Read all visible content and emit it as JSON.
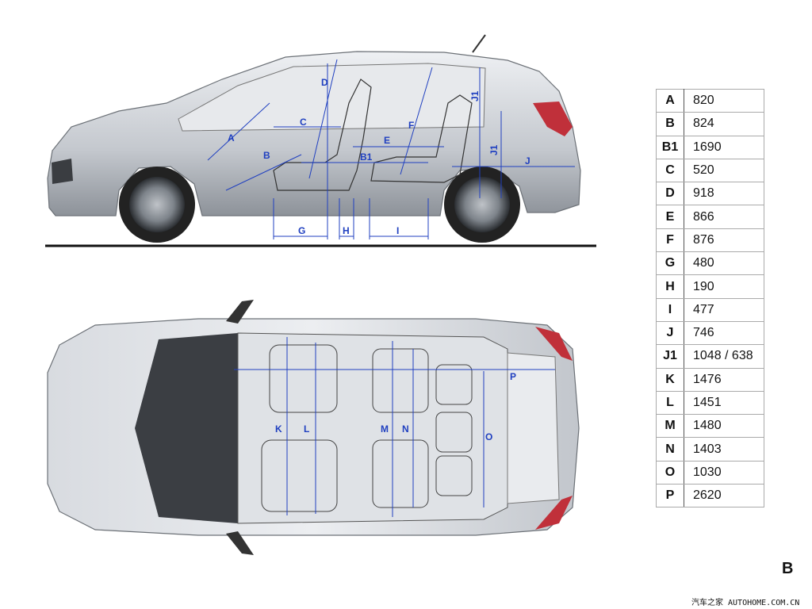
{
  "side_view_labels": {
    "A": "A",
    "B": "B",
    "B1": "B1",
    "C": "C",
    "D": "D",
    "E": "E",
    "F": "F",
    "G": "G",
    "H": "H",
    "I": "I",
    "J": "J",
    "J1": "J1"
  },
  "top_view_labels": {
    "K": "K",
    "L": "L",
    "M": "M",
    "N": "N",
    "O": "O",
    "P": "P"
  },
  "dimensions": [
    {
      "key": "A",
      "value": "820"
    },
    {
      "key": "B",
      "value": "824"
    },
    {
      "key": "B1",
      "value": "1690"
    },
    {
      "key": "C",
      "value": "520"
    },
    {
      "key": "D",
      "value": "918"
    },
    {
      "key": "E",
      "value": "866"
    },
    {
      "key": "F",
      "value": "876"
    },
    {
      "key": "G",
      "value": "480"
    },
    {
      "key": "H",
      "value": "190"
    },
    {
      "key": "I",
      "value": "477"
    },
    {
      "key": "J",
      "value": "746"
    },
    {
      "key": "J1",
      "value": "1048 / 638"
    },
    {
      "key": "K",
      "value": "1476"
    },
    {
      "key": "L",
      "value": "1451"
    },
    {
      "key": "M",
      "value": "1480"
    },
    {
      "key": "N",
      "value": "1403"
    },
    {
      "key": "O",
      "value": "1030"
    },
    {
      "key": "P",
      "value": "2620"
    }
  ],
  "corner_letter": "B",
  "watermark": "汽车之家 AUTOHOME.COM.CN",
  "colors": {
    "dimension": "#2040c0",
    "body": "#c9ccd1",
    "tail_light": "#c0303a"
  }
}
